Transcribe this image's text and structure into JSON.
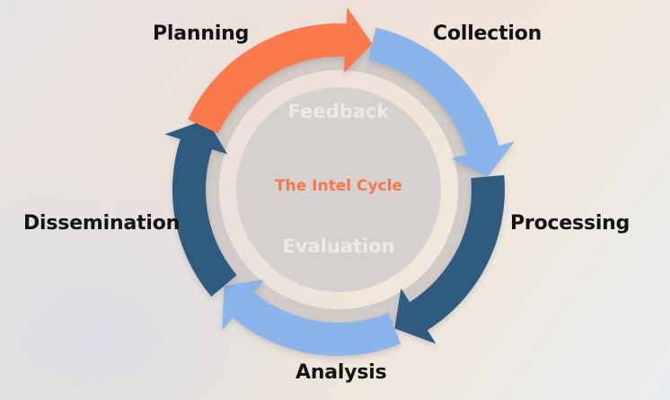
{
  "center_title": "The Intel Cycle",
  "inner_labels": {
    "top": "Feedback",
    "bottom": "Evaluation"
  },
  "stages": [
    {
      "name": "Planning",
      "color": "#fb7a4d"
    },
    {
      "name": "Collection",
      "color": "#8ab4ea"
    },
    {
      "name": "Processing",
      "color": "#2f5b7f"
    },
    {
      "name": "Analysis",
      "color": "#8ab4ea"
    },
    {
      "name": "Dissemination",
      "color": "#2f5b7f"
    }
  ],
  "colors": {
    "accent_title": "#f07a4a",
    "inner_ring": "#cfc9c6",
    "center_disk": "#d6d1cf",
    "label_text": "#141414",
    "inner_text": "#ece9e8"
  }
}
